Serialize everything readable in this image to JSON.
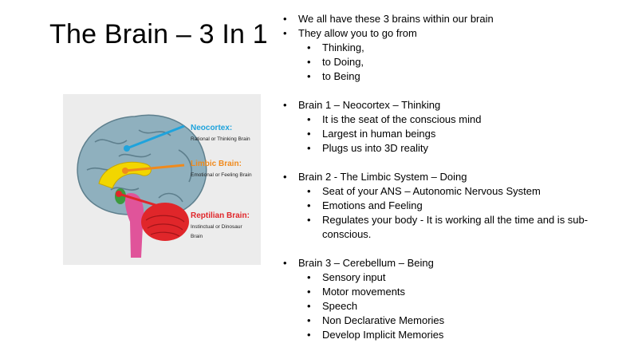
{
  "slide": {
    "title": "The Brain – 3 In 1"
  },
  "image": {
    "labels": {
      "neocortex_title": "Neocortex:",
      "neocortex_sub": "Rational or Thinking Brain",
      "limbic_title": "Limbic Brain:",
      "limbic_sub": "Emotional or Feeling Brain",
      "reptilian_title": "Reptilian Brain:",
      "reptilian_sub1": "Instinctual or Dinosaur",
      "reptilian_sub2": "Brain"
    },
    "colors": {
      "neocortex": "#1fa3dc",
      "limbic": "#f08a1c",
      "reptilian": "#e0262a",
      "brain": "#8fb0be",
      "limbic_fill": "#f2d600",
      "stem": "#e0549a"
    }
  },
  "section1": {
    "b1": "We all have these 3 brains within our brain",
    "b2": "They allow you to  go  from",
    "sub": [
      "Thinking,",
      "to Doing,",
      "to Being"
    ]
  },
  "section2": {
    "head": "Brain 1 – Neocortex –  Thinking",
    "sub": [
      "It is the seat of the conscious mind",
      "Largest in human beings",
      "Plugs us into 3D reality"
    ]
  },
  "section3": {
    "head": "Brain 2 -  The Limbic System – Doing",
    "sub": [
      "Seat of your ANS – Autonomic Nervous System",
      "Emotions and Feeling",
      "Regulates your body -  It is working all the time and  is sub-conscious."
    ]
  },
  "section4": {
    "head": "Brain 3 – Cerebellum – Being",
    "sub": [
      "Sensory  input",
      "Motor movements",
      "Speech",
      "Non Declarative Memories",
      "Develop Implicit  Memories"
    ]
  }
}
